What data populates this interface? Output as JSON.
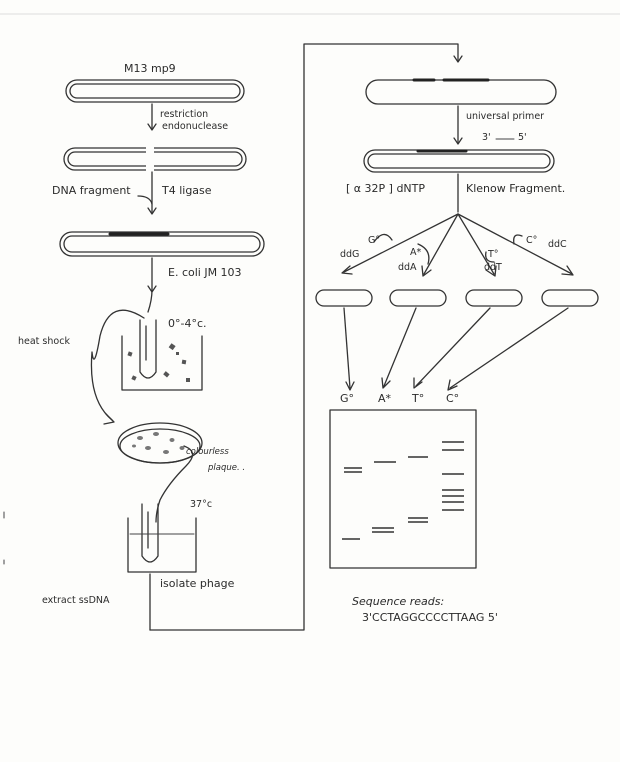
{
  "left_column": {
    "vector_name": "M13 mp9",
    "step1_label_line1": "restriction",
    "step1_label_line2": "endonuclease",
    "fragment_label": "DNA fragment",
    "ligase_label": "T4 ligase",
    "host_label": "E. coli JM 103",
    "temp_label": "0°-4°c.",
    "heat_shock_label": "heat shock",
    "plaque_label_line1": "colourless",
    "plaque_label_line2": "plaque. .",
    "incubate_temp_label": "37°c",
    "isolate_label": "isolate phage",
    "extract_label": "extract ssDNA"
  },
  "right_column": {
    "primer_label": "universal primer",
    "primer_orientation_3": "3'",
    "primer_orientation_5": "5'",
    "dntp_label": "[ α 32P ] dNTP",
    "klenow_label": "Klenow Fragment.",
    "reactions": [
      {
        "dd_label": "ddG",
        "tag": "G°"
      },
      {
        "dd_label": "ddA",
        "tag": "A*"
      },
      {
        "dd_label": "ddT",
        "tag": "T°"
      },
      {
        "dd_label": "ddC",
        "tag": "C°"
      }
    ],
    "lane_labels": [
      "G°",
      "A*",
      "T°",
      "C°"
    ],
    "sequence_heading": "Sequence reads:",
    "sequence_value": "3'CCTAGGCCCCTTAAG 5'"
  }
}
